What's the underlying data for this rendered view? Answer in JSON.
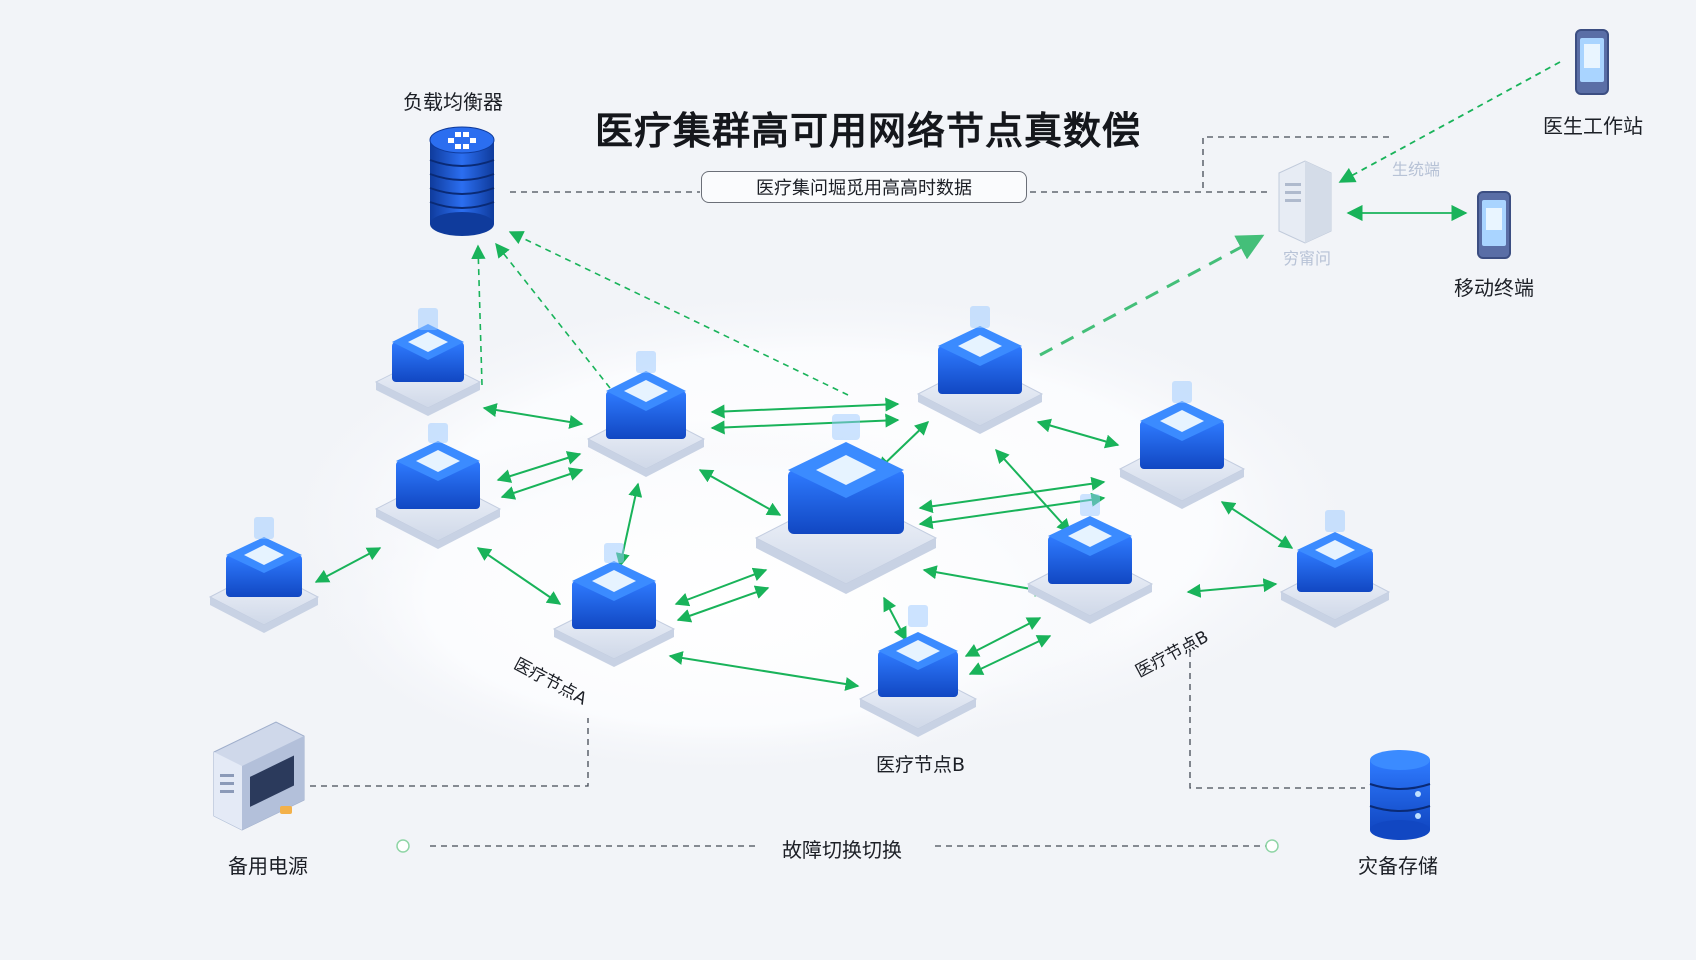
{
  "title": "医疗集群高可用网络节点真数偿",
  "caption": "医疗集问堀觅用高高时数据",
  "labels": {
    "load_balancer": "负载均衡器",
    "doctor_workstation": "医生工作站",
    "mobile_terminal": "移动终端",
    "server_ghost_top": "生统端",
    "server_ghost_bottom": "穷甯问",
    "node_a": "医疗节点A",
    "node_b_bottom": "医疗节点B",
    "node_b_right": "医疗节点B",
    "backup_power": "备用电源",
    "failover": "故障切换切换",
    "disaster_storage": "灾备存储"
  },
  "colors": {
    "node_blue": "#1e63e0",
    "node_top": "#d9ecff",
    "link_green": "#19b35a",
    "dashed_line": "#444a55"
  },
  "icons": [
    "database-icon",
    "server-tower-icon",
    "phone-icon",
    "power-unit-icon",
    "storage-cylinder-icon"
  ]
}
